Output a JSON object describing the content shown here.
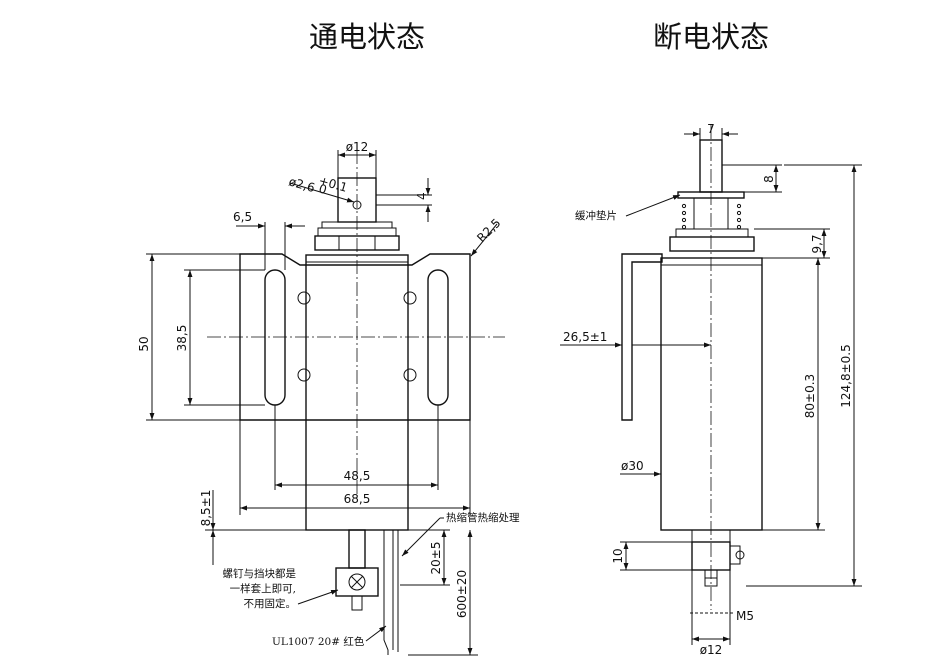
{
  "titles": {
    "left": "通电状态",
    "right": "断电状态"
  },
  "left_view": {
    "dims": {
      "shaft_dia": "ø12",
      "pin_hole": "ø2,6",
      "pin_tol": "+0.1",
      "pin_tol_low": "0",
      "pin_offset": "4",
      "slot_width": "6,5",
      "corner_radius": "R2,5",
      "height": "50",
      "slot_spacing": "38,5",
      "slot_centers": "48,5",
      "bracket_width": "68,5",
      "bracket_offset": "8,5±1",
      "lead_length_short": "20±5",
      "lead_length": "600±20"
    },
    "notes": {
      "heat_shrink": "热缩管热缩处理",
      "screw_line1": "螺钉与挡块都是",
      "screw_line2": "一样套上即可,",
      "screw_line3": "不用固定。",
      "wire": "UL1007 20# 红色"
    }
  },
  "right_view": {
    "dims": {
      "shaft_width": "7",
      "shaft_top": "8",
      "washer_gap": "9,7",
      "bracket_depth": "26,5±1",
      "body_dia": "ø30",
      "body_length": "80±0.3",
      "total_length": "124,8±0.5",
      "bottom_len": "10",
      "bottom_dia": "ø12",
      "thread": "M5"
    },
    "notes": {
      "buffer": "缓冲垫片"
    }
  }
}
